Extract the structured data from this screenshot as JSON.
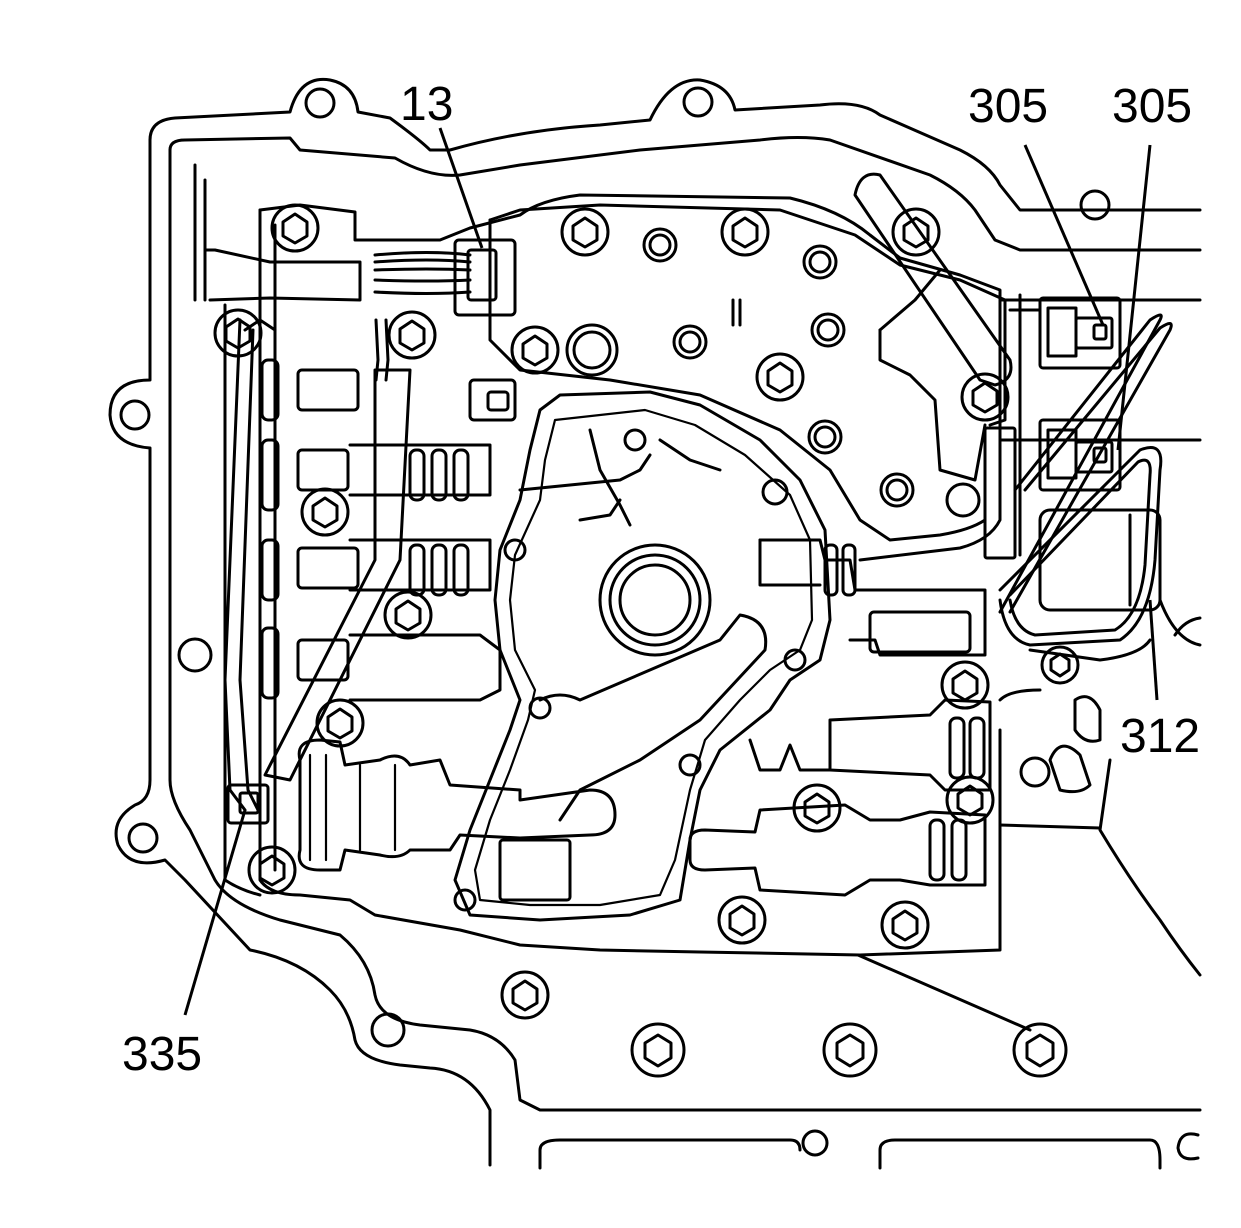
{
  "diagram": {
    "callouts": [
      {
        "id": "13",
        "label": "13"
      },
      {
        "id": "305a",
        "label": "305"
      },
      {
        "id": "305b",
        "label": "305"
      },
      {
        "id": "312",
        "label": "312"
      },
      {
        "id": "335",
        "label": "335"
      }
    ],
    "colors": {
      "line": "#000000",
      "background": "#ffffff"
    }
  }
}
